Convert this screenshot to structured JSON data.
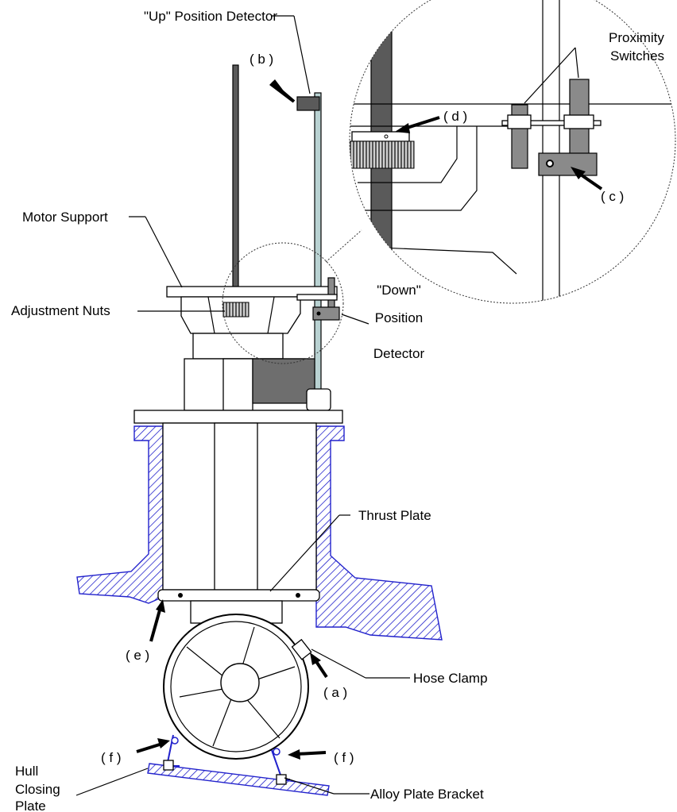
{
  "labels": {
    "up_detector": "\"Up\" Position Detector",
    "proximity_1": "Proximity",
    "proximity_2": "Switches",
    "motor_support": "Motor Support",
    "adjustment_nuts": "Adjustment Nuts",
    "down_1": "\"Down\"",
    "down_2": "Position",
    "down_3": "Detector",
    "thrust_plate": "Thrust Plate",
    "hose_clamp": "Hose Clamp",
    "hull_1": "Hull",
    "hull_2": "Closing",
    "hull_3": "Plate",
    "alloy_bracket": "Alloy Plate Bracket"
  },
  "callouts": {
    "a": "( a )",
    "b": "( b )",
    "c": "( c )",
    "d": "( d )",
    "e": "( e )",
    "f_left": "( f )",
    "f_right": "( f )"
  },
  "colors": {
    "hatch": "#2222cc",
    "metal_dark": "#5a5a5a",
    "metal_mid": "#8a8a8a",
    "rod_tint": "#b9d2d2"
  }
}
